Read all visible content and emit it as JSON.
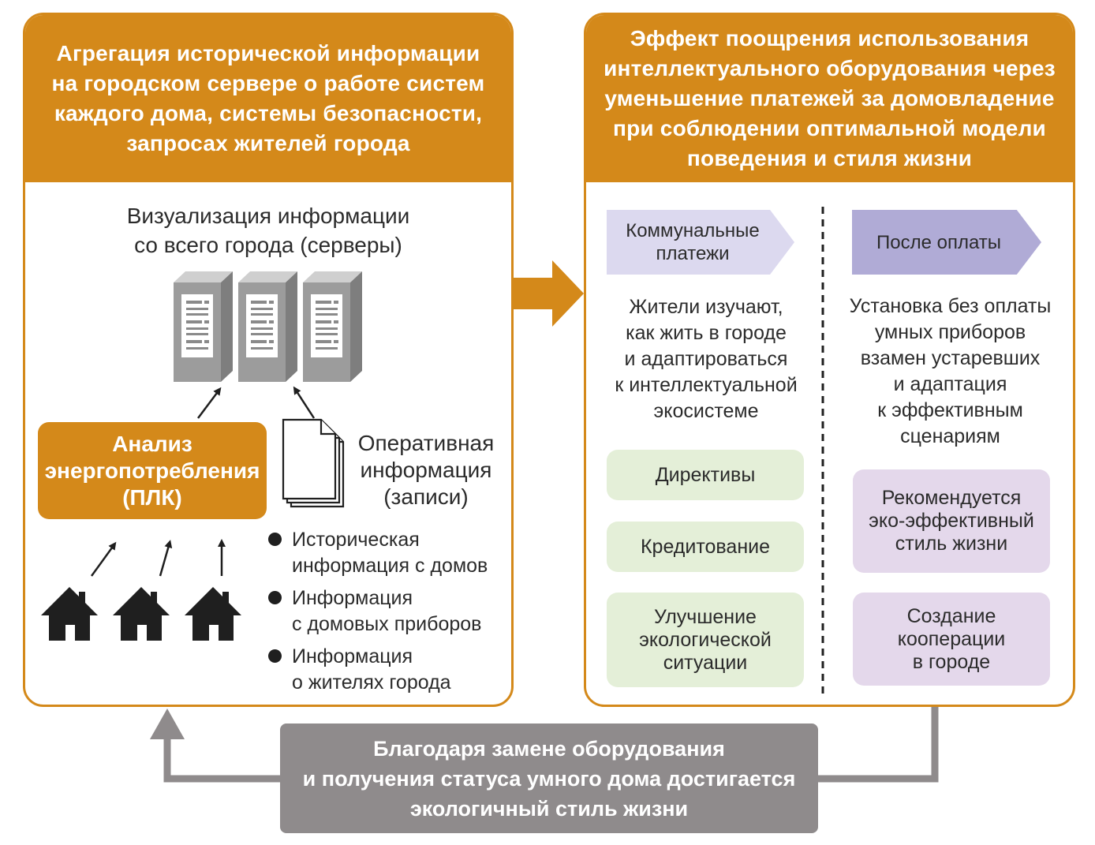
{
  "left_panel": {
    "title": "Агрегация исторической информации\nна городском сервере о работе систем\nкаждого дома, системы безопасности,\nзапросах жителей города",
    "visualization_label": "Визуализация информации\nсо всего города (серверы)",
    "analysis_box": "Анализ\nэнергопотребления\n(ПЛК)",
    "operative_label": "Оперативная\nинформация\n(записи)",
    "bullets": [
      "Историческая\nинформация с домов",
      "Информация\nс домовых приборов",
      "Информация\nо жителях города"
    ]
  },
  "right_panel": {
    "title": "Эффект поощрения использования\nинтеллектуального оборудования через\nуменьшение платежей за домовладение\nпри соблюдении оптимальной модели\nповедения и стиля жизни",
    "left_column": {
      "header": "Коммунальные\nплатежи",
      "description": "Жители изучают,\nкак жить в городе\nи адаптироваться\nк интеллектуальной\nэкосистеме",
      "boxes": [
        "Директивы",
        "Кредитование",
        "Улучшение\nэкологической\nситуации"
      ]
    },
    "right_column": {
      "header": "После оплаты",
      "description": "Установка без оплаты\nумных приборов\nвзамен устаревших\nи адаптация\nк эффективным\nсценариям",
      "boxes": [
        "Рекомендуется\nэко-эффективный\nстиль жизни",
        "Создание\nкооперации\nв городе"
      ]
    }
  },
  "bottom_box": "Благодаря замене оборудования\nи получения статуса умного дома достигается\nэкологичный стиль жизни",
  "colors": {
    "orange": "#d4891a",
    "gray_box": "#8f8b8c",
    "server_gray": "#9c9c9c",
    "chevron_light": "#dcd9ef",
    "chevron_dark": "#b0abd6",
    "green_box": "#e4efd8",
    "purple_box": "#e4d8eb"
  }
}
